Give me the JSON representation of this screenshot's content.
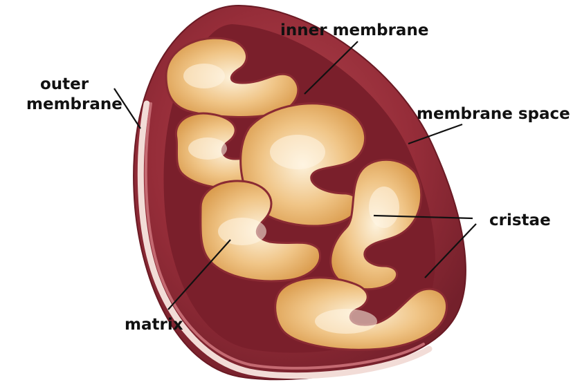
{
  "diagram": {
    "labels": {
      "outer_membrane_line1": "outer",
      "outer_membrane_line2": "membrane",
      "inner_membrane": "inner membrane",
      "membrane_space": "membrane space",
      "cristae": "cristae",
      "matrix": "matrix"
    },
    "colors": {
      "outer_membrane": "#8e2a35",
      "outer_membrane_highlight": "#d98c90",
      "rim_light": "#efd9d4",
      "intermembrane": "#7a1f2b",
      "matrix_fill": "#e2a55c",
      "matrix_light": "#fbeed4",
      "leader_line": "#111111"
    }
  }
}
